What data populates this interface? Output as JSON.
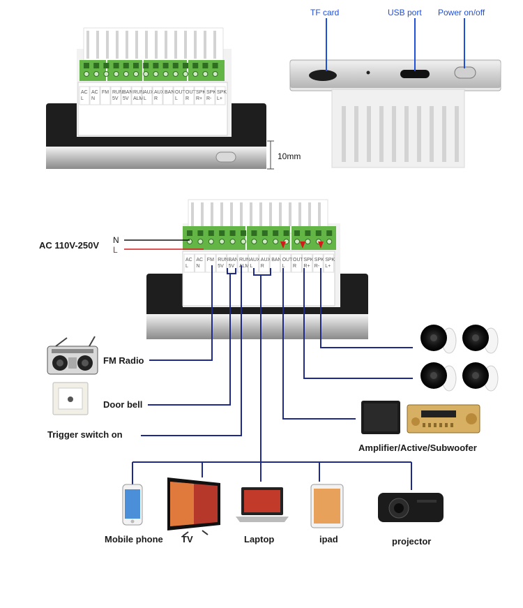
{
  "colors": {
    "wire": "#1e2a8a",
    "live": "#d21a1a",
    "callout": "#1f4fd6",
    "terminal": "#6cc04a"
  },
  "top": {
    "thickness_label": "10mm",
    "callouts": {
      "tf_card": "TF card",
      "usb_port": "USB port",
      "power": "Power on/off"
    },
    "terminal_labels": [
      "AC L",
      "AC N",
      "FM",
      "RUN 5V",
      "BAN 5V",
      "RUN ALM",
      "AUX L",
      "AUX R",
      "BAN",
      "OUT L",
      "OUT R",
      "SPK R+",
      "SPK R-",
      "SPK L+"
    ]
  },
  "power": {
    "label": "AC 110V-250V",
    "n": "N",
    "l": "L"
  },
  "inputs": {
    "fm_radio": "FM Radio",
    "door_bell": "Door bell",
    "trigger": "Trigger switch on"
  },
  "outputs": {
    "amplifier": "Amplifier/Active/Subwoofer"
  },
  "devices": {
    "mobile": "Mobile phone",
    "tv": "TV",
    "laptop": "Laptop",
    "ipad": "ipad",
    "projector": "projector"
  },
  "icons": [
    "fm-radio-icon",
    "door-bell-icon",
    "speaker-icon",
    "subwoofer-icon",
    "amplifier-icon",
    "mobile-phone-icon",
    "tv-icon",
    "laptop-icon",
    "ipad-icon",
    "projector-icon"
  ]
}
